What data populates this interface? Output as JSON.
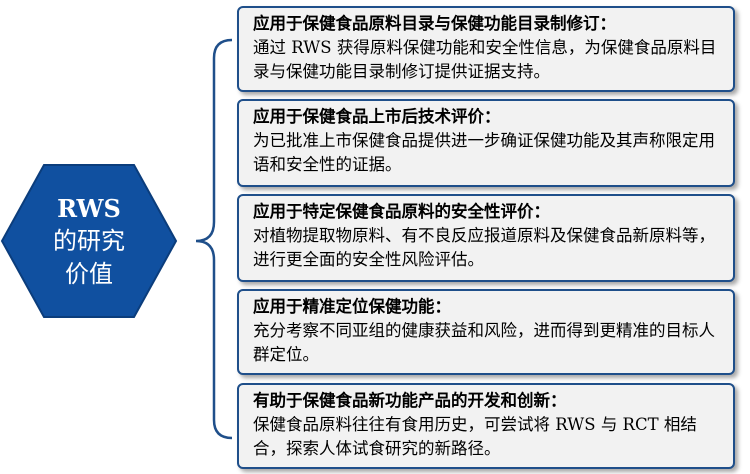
{
  "center": {
    "line1": "RWS",
    "line2": "的研究",
    "line3": "价值",
    "fill": "#1050a0"
  },
  "items": [
    {
      "title": "应用于保健食品原料目录与保健功能目录制修订：",
      "body": "通过 RWS 获得原料保健功能和安全性信息，为保健食品原料目录与保健功能目录制修订提供证据支持。"
    },
    {
      "title": "应用于保健食品上市后技术评价：",
      "body": "为已批准上市保健食品提供进一步确证保健功能及其声称限定用语和安全性的证据。"
    },
    {
      "title": "应用于特定保健食品原料的安全性评价：",
      "body": "对植物提取物原料、有不良反应报道原料及保健食品新原料等，进行更全面的安全性风险评估。"
    },
    {
      "title": "应用于精准定位保健功能：",
      "body": "充分考察不同亚组的健康获益和风险，进而得到更精准的目标人群定位。"
    },
    {
      "title": "有助于保健食品新功能产品的开发和创新：",
      "body": "保健食品原料往往有食用历史，可尝试将 RWS 与 RCT 相结合，探索人体试食研究的新路径。"
    }
  ],
  "colors": {
    "border": "#1f4f8a",
    "connector": "#1f4f8a",
    "box_fill": "#f2f2f2"
  }
}
